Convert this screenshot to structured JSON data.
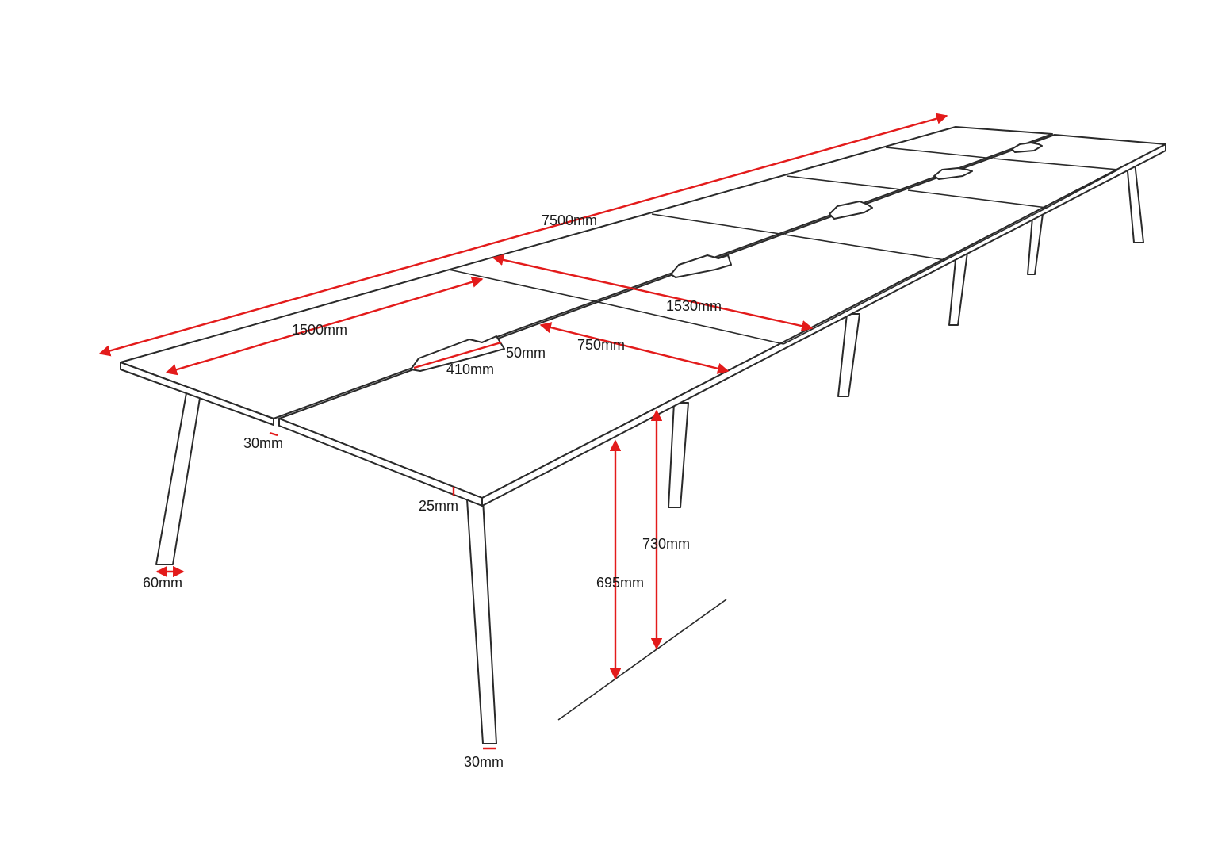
{
  "dimensions": {
    "total_length": "7500mm",
    "module_length": "1500mm",
    "desk_width_pair": "1530mm",
    "desk_depth": "750mm",
    "cable_port_width": "410mm",
    "cable_port_depth": "50mm",
    "gap_between_desks": "30mm",
    "top_thickness": "25mm",
    "leg_width": "60mm",
    "leg_depth": "30mm",
    "underside_height": "695mm",
    "overall_height": "730mm"
  },
  "colors": {
    "dimension_arrows": "#e31b1b",
    "outline": "#2a2a2a",
    "background": "#ffffff"
  }
}
